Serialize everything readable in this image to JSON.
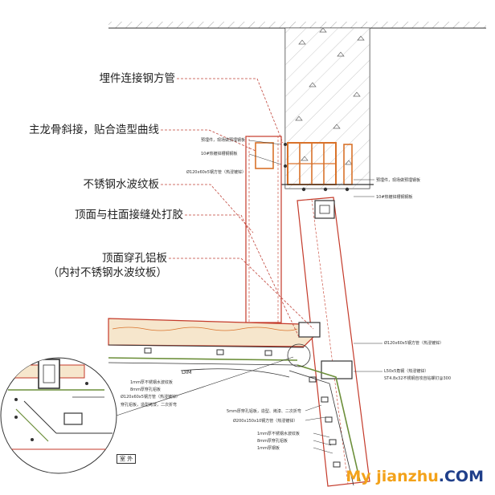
{
  "callouts": [
    "埋件连接钢方管",
    "主龙骨斜接，贴合造型曲线",
    "不锈钢水波纹板",
    "顶面与柱面接缝处打胶",
    "顶面穿孔铝板\n（内衬不锈钢水波纹板）"
  ],
  "small_labels": {
    "embed_top": "预埋件，现场做预埋钢板",
    "bolt_top": "10#热镀锌槽钢钢板",
    "tube_left": "Ø120x60x5钢方管（热浸镀锌）",
    "embed_right": "预埋件，现场做预埋钢板",
    "bolt_right": "10#热镀锌槽钢钢板",
    "tube_right": "Ø120x60x5钢方管（热浸镀锌）",
    "angle": "L50x5角钢（热浸镀锌）",
    "bolt_spec": "ST4.8x32不锈钢自攻自钻螺钉@300",
    "panel_1": "5mm厚穿孔铝板，造型、烤漆、二次折弯",
    "tube_diag": "Ø200x150x10钢方管（热浸镀锌）",
    "steel_1": "1mm厚不锈钢水波纹板",
    "steel_2": "8mm厚穿孔铝板",
    "steel_3": "1mm厚钢板",
    "left_1": "1mm厚不锈钢水波纹板",
    "left_2": "8mm厚穿孔铝板",
    "left_3": "Ø120x60x5钢方管（热浸镀锌）",
    "left_4": "穿孔铝板，造型烤漆，二次折弯"
  },
  "dim_label": "DIM",
  "room_label": "室 外",
  "watermark": {
    "brand": "My jianzhu",
    "dot": ".COM"
  },
  "colors": {
    "section_red": "#c43a2a",
    "steel_orange": "#d9722a",
    "panel_green": "#6c8f3a",
    "panel_fill": "#f6e6cc",
    "line": "#333333",
    "leader_dash": "#c0443a"
  }
}
